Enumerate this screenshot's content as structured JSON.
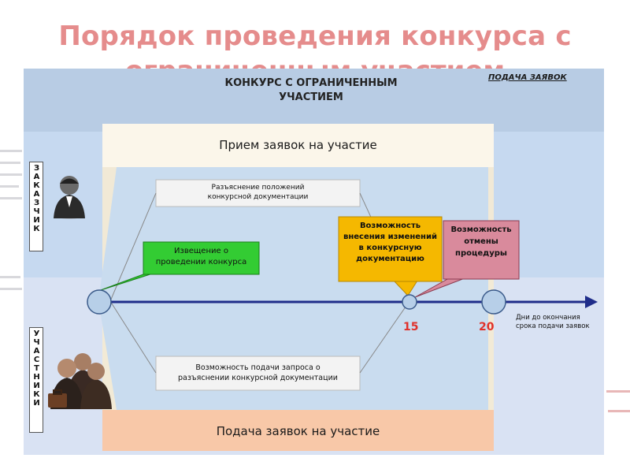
{
  "slide": {
    "title_line1": "Порядок проведения конкурса с",
    "title_line2": "ограниченным участием"
  },
  "diagram": {
    "contest_title": "КОНКУРС С ОГРАНИЧЕННЫМ УЧАСТИЕМ",
    "submission_tag": "ПОДАЧА ЗАЯВОК",
    "customer_label": "ЗАКАЗЧИК",
    "participants_label": "УЧАСТНИКИ",
    "receipt_label": "Прием заявок на участие",
    "clarification_label": "Разъяснение положений конкурсной документации",
    "notice_label": "Извещение о проведении конкурса",
    "changes_label": "Возможность внесения изменений в конкурсную документацию",
    "cancel_label": "Возможность отмены процедуры",
    "request_label": "Возможность подачи запроса о разъяснении конкурсной документации",
    "filing_label": "Подача заявок на участие",
    "day_15": "15",
    "day_20": "20",
    "axis_label": "Дни до окончания срока подачи заявок",
    "colors": {
      "notice": "#33cc33",
      "changes": "#f5b800",
      "cancel": "#d98a9c",
      "timeline": "#1f2d8a",
      "days": "#e0302a"
    },
    "icons": [
      "customer-person-icon",
      "participants-group-icon",
      "briefcase-icon"
    ]
  }
}
